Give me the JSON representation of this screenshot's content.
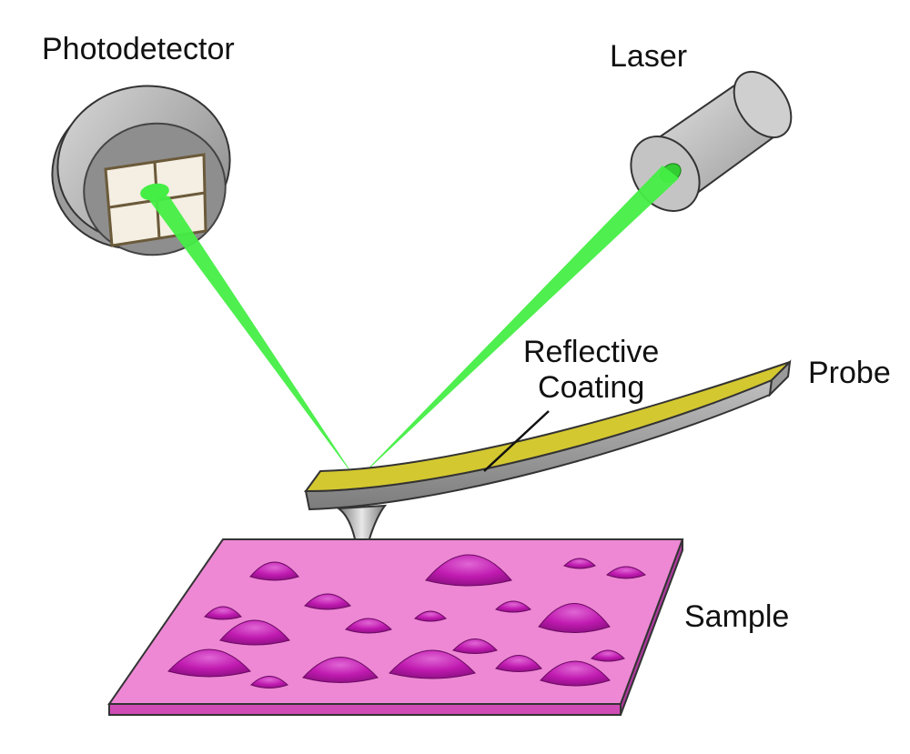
{
  "labels": {
    "photodetector": "Photodetector",
    "laser": "Laser",
    "reflective_coating_line1": "Reflective",
    "reflective_coating_line2": "Coating",
    "probe": "Probe",
    "sample": "Sample"
  },
  "colors": {
    "beam": "#44ee44",
    "coating": "#d4c830",
    "sample": "#ee88d4",
    "bump": "#c01ab0",
    "housing": "#c8c8c8"
  }
}
